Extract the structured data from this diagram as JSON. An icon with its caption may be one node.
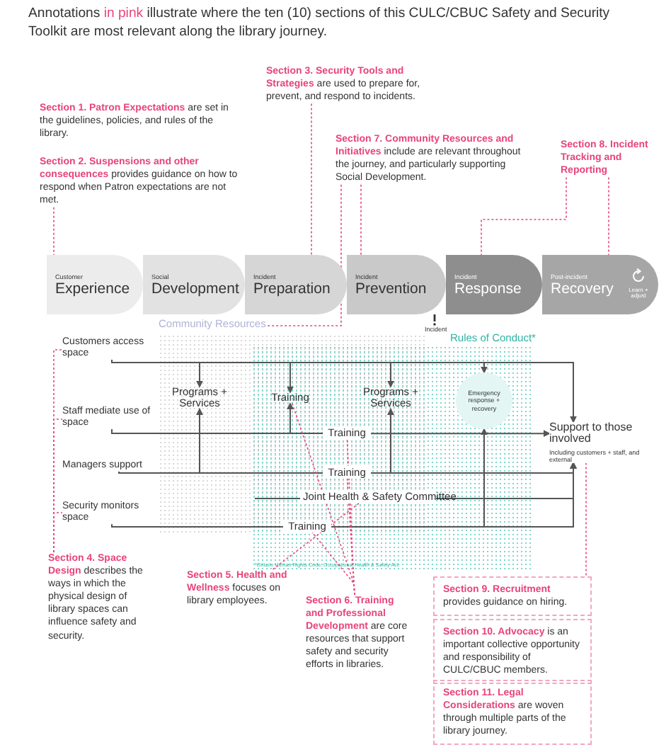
{
  "diagram": {
    "title": "Annotations **in pink** illustrate where the ten (10) sections of this CULC/CBUC Safety and Security Toolkit are most relevant along the library journey.",
    "nodes": [
      {
        "text": [
          "**Section 1. Patron Expectations** are set in the guidelines, policies, and rules of the library."
        ]
      },
      {
        "text": [
          "**Section 2. Suspensions and other consequences** provides guidance on how to respond when Patron expectations are not met."
        ]
      },
      {
        "text": [
          "**Section 3. Security Tools and Strategies** are used to prepare for, prevent, and respond to incidents."
        ]
      },
      {
        "text": [
          "**Section 7. Community Resources and Initiatives** include are relevant throughout the journey, and particularly supporting Social Development."
        ]
      },
      {
        "text": [
          "Section 8. Incident Tracking and Reporting"
        ]
      },
      {
        "text": [
          "Customer",
          "Experience"
        ]
      },
      {
        "text": [
          "Social",
          "Development"
        ]
      },
      {
        "text": [
          "Incident",
          "Preparation"
        ]
      },
      {
        "text": [
          "Incident",
          "Prevention"
        ]
      },
      {
        "text": [
          "Incident",
          "Response"
        ]
      },
      {
        "text": [
          "Post-incident",
          "Recovery"
        ]
      },
      {
        "text": [
          "Community Resources"
        ]
      },
      {
        "text": [
          "Rules of Conduct*"
        ]
      },
      {
        "text": [
          "Customers access space"
        ]
      },
      {
        "text": [
          "Staff mediate use of space"
        ]
      },
      {
        "text": [
          "Managers support"
        ]
      },
      {
        "text": [
          "Security monitors space"
        ]
      },
      {
        "text": [
          "Programs + Services"
        ]
      },
      {
        "text": [
          "Training"
        ]
      },
      {
        "text": [
          "Programs + Services"
        ]
      },
      {
        "text": [
          "Emergency response + recovery"
        ]
      },
      {
        "text": [
          "Training"
        ]
      },
      {
        "text": [
          "Training"
        ]
      },
      {
        "text": [
          "Joint Health & Safety Committee"
        ]
      },
      {
        "text": [
          "Training"
        ]
      },
      {
        "text": [
          "Support to those involved",
          "Including customers + staff, and external"
        ]
      },
      {
        "text": [
          "**Section 4. Space Design** describes the ways in which the physical design of library spaces can influence safety and security."
        ]
      },
      {
        "text": [
          "**Section 5. Health and Wellness** focuses on library employees."
        ]
      },
      {
        "text": [
          "**Section 6. Training and Professional Development** are core resources that support safety and security efforts in libraries."
        ]
      },
      {
        "text": [
          "**Section 9. Recruitment** provides guidance on hiring."
        ]
      },
      {
        "text": [
          "**Section 10. Advocacy** is an important collective opportunity and responsibility of CULC/CBUC members."
        ]
      },
      {
        "text": [
          "**Section 11. Legal Considerations** are woven through multiple parts of the library journey."
        ]
      }
    ],
    "edges": [
      {
        "from": 13,
        "to": 17,
        "arrow": "to"
      },
      {
        "from": 13,
        "to": 18,
        "arrow": "to"
      },
      {
        "from": 13,
        "to": 19,
        "arrow": "to"
      },
      {
        "from": 13,
        "to": 20,
        "arrow": "to"
      },
      {
        "from": 13,
        "to": 25,
        "arrow": "to"
      },
      {
        "from": 14,
        "to": 21,
        "arrow": "none"
      },
      {
        "from": 21,
        "to": 25,
        "arrow": "to"
      },
      {
        "from": 14,
        "to": 18,
        "arrow": "to"
      },
      {
        "from": 15,
        "to": 17,
        "arrow": "to"
      },
      {
        "from": 15,
        "to": 22,
        "arrow": "none"
      },
      {
        "from": 22,
        "to": 25,
        "arrow": "to"
      },
      {
        "from": 22,
        "to": 19,
        "arrow": "to"
      },
      {
        "from": 23,
        "to": 25,
        "arrow": "to"
      },
      {
        "from": 16,
        "to": 24,
        "arrow": "none"
      },
      {
        "from": 24,
        "to": 25,
        "arrow": "to"
      },
      {
        "from": 24,
        "to": 20,
        "arrow": "to"
      },
      {
        "from": null,
        "to": 23,
        "arrow": "none"
      },
      {
        "from": 1,
        "to": 5,
        "arrow": "none",
        "style": "dashed",
        "color": "#e8457a"
      },
      {
        "from": 26,
        "to": 13,
        "arrow": "none",
        "style": "dashed",
        "color": "#e8457a"
      },
      {
        "from": 26,
        "to": 14,
        "arrow": "none",
        "style": "dashed",
        "color": "#e8457a"
      },
      {
        "from": 26,
        "to": 16,
        "arrow": "none",
        "style": "dashed",
        "color": "#e8457a"
      },
      {
        "from": 2,
        "to": 7,
        "arrow": "none",
        "style": "dashed",
        "color": "#e8457a"
      },
      {
        "from": 3,
        "to": 8,
        "arrow": "none",
        "style": "dashed",
        "color": "#e8457a"
      },
      {
        "from": 3,
        "to": 11,
        "arrow": "none",
        "style": "dashed",
        "color": "#e8457a"
      },
      {
        "from": 4,
        "to": 9,
        "arrow": "none",
        "style": "dashed",
        "color": "#e8457a"
      },
      {
        "from": 4,
        "to": 10,
        "arrow": "none",
        "style": "dashed",
        "color": "#e8457a"
      },
      {
        "from": 25,
        "to": 29,
        "arrow": "none",
        "style": "dashed",
        "color": "#e8457a"
      },
      {
        "from": 27,
        "to": 23,
        "arrow": "none",
        "style": "dashed",
        "color": "#e8457a"
      },
      {
        "from": 28,
        "to": 18,
        "arrow": "none",
        "style": "dashed",
        "color": "#e8457a"
      },
      {
        "from": 28,
        "to": 21,
        "arrow": "none",
        "style": "dashed",
        "color": "#e8457a"
      },
      {
        "from": 28,
        "to": 22,
        "arrow": "none",
        "style": "dashed",
        "color": "#e8457a"
      },
      {
        "from": 28,
        "to": 24,
        "arrow": "none",
        "style": "dashed",
        "color": "#e8457a"
      }
    ],
    "labels": [
      "Learn + adjust",
      "Incident",
      "*Ontario Human Rights Code, Occupational Health & Safety Act"
    ]
  }
}
